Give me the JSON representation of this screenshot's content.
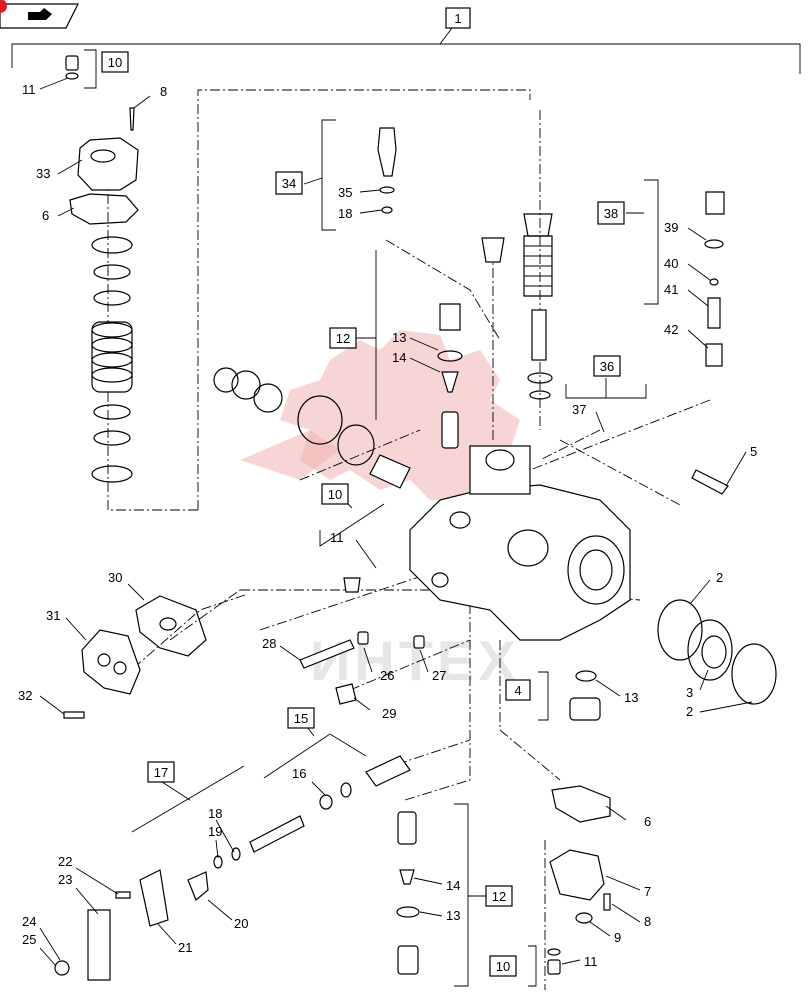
{
  "watermark_text": "ИНТЕХ",
  "assembly_label": "1",
  "callouts": {
    "c2a": "2",
    "c2b": "2",
    "c3": "3",
    "c4": "4",
    "c5": "5",
    "c6a": "6",
    "c6b": "6",
    "c7": "7",
    "c8a": "8",
    "c8b": "8",
    "c9": "9",
    "c10a": "10",
    "c10b": "10",
    "c10c": "10",
    "c11a": "11",
    "c11b": "11",
    "c11c": "11",
    "c12a": "12",
    "c12b": "12",
    "c13a": "13",
    "c13b": "13",
    "c13c": "13",
    "c14a": "14",
    "c14b": "14",
    "c15": "15",
    "c16": "16",
    "c17": "17",
    "c18a": "18",
    "c18b": "18",
    "c19": "19",
    "c20": "20",
    "c21": "21",
    "c22": "22",
    "c23": "23",
    "c24": "24",
    "c25": "25",
    "c26": "26",
    "c27": "27",
    "c28": "28",
    "c29": "29",
    "c30": "30",
    "c31": "31",
    "c32": "32",
    "c33": "33",
    "c34": "34",
    "c35": "35",
    "c36": "36",
    "c37": "37",
    "c38": "38",
    "c39": "39",
    "c40": "40",
    "c41": "41",
    "c42": "42"
  }
}
